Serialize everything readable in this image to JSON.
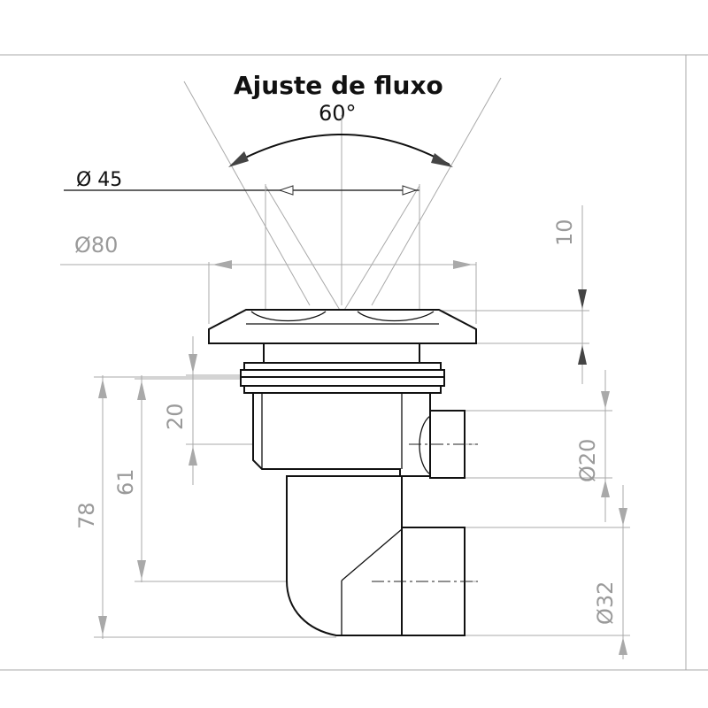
{
  "title": "Ajuste de fluxo",
  "angle_label": "60°",
  "dimensions": {
    "d45": "Ø 45",
    "d80": "Ø80",
    "h10": "10",
    "h20": "20",
    "h61": "61",
    "h78": "78",
    "d20": "Ø20",
    "d32": "Ø32"
  },
  "colors": {
    "outline": "#111111",
    "dimension_lines": "#a9a9a9",
    "dimension_text": "#9a9a9a"
  }
}
